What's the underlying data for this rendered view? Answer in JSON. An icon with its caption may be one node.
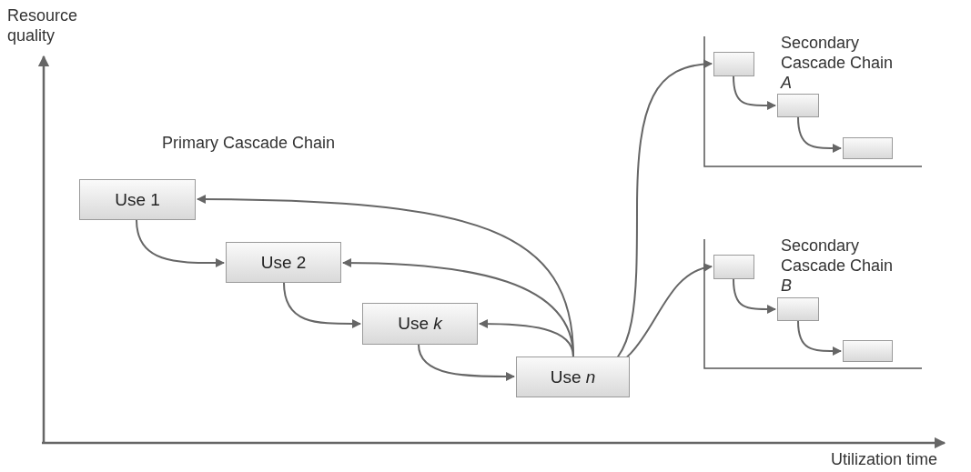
{
  "diagram": {
    "nodes": [
      {
        "text": [
          "Use 1"
        ]
      },
      {
        "text": [
          "Use 2"
        ]
      },
      {
        "text": [
          "Use *k*"
        ]
      },
      {
        "text": [
          "Use *n*"
        ]
      },
      {
        "text": [],
        "shape": "box"
      },
      {
        "text": [],
        "shape": "box"
      },
      {
        "text": [],
        "shape": "box"
      },
      {
        "text": [],
        "shape": "box"
      },
      {
        "text": [],
        "shape": "box"
      },
      {
        "text": [],
        "shape": "box"
      }
    ],
    "edges": [
      {
        "from": 0,
        "to": 1,
        "arrow": "to"
      },
      {
        "from": 1,
        "to": 2,
        "arrow": "to"
      },
      {
        "from": 2,
        "to": 3,
        "arrow": "to"
      },
      {
        "from": 3,
        "to": 0,
        "arrow": "to"
      },
      {
        "from": 3,
        "to": 1,
        "arrow": "to"
      },
      {
        "from": 3,
        "to": 2,
        "arrow": "to"
      },
      {
        "from": 3,
        "to": 4,
        "arrow": "to"
      },
      {
        "from": 3,
        "to": 7,
        "arrow": "to"
      },
      {
        "from": 4,
        "to": 5,
        "arrow": "to"
      },
      {
        "from": 5,
        "to": 6,
        "arrow": "to"
      },
      {
        "from": 7,
        "to": 8,
        "arrow": "to"
      },
      {
        "from": 8,
        "to": 9,
        "arrow": "to"
      }
    ],
    "labels": [
      "Resource quality",
      "Primary Cascade Chain",
      "Secondary Cascade Chain *A*",
      "Secondary Cascade Chain *B*",
      "Utilization time"
    ]
  }
}
